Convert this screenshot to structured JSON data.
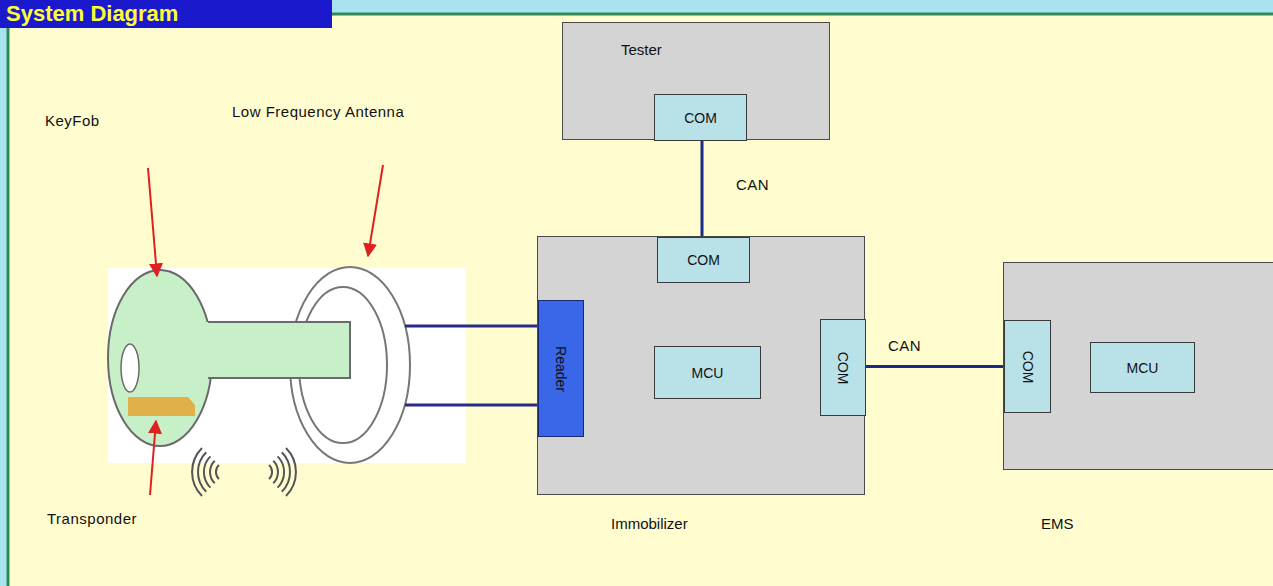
{
  "diagram": {
    "title": "System Diagram",
    "nodes": [
      {
        "text": [
          "Tester"
        ]
      },
      {
        "text": [
          "COM"
        ],
        "in": 0
      },
      {
        "text": [
          "Immobilizer"
        ]
      },
      {
        "text": [
          "COM"
        ],
        "in": 2
      },
      {
        "text": [
          "Reader"
        ],
        "in": 2
      },
      {
        "text": [
          "MCU"
        ],
        "in": 2
      },
      {
        "text": [
          "COM"
        ],
        "in": 2
      },
      {
        "text": [
          "EMS"
        ]
      },
      {
        "text": [
          "COM"
        ],
        "in": 7
      },
      {
        "text": [
          "MCU"
        ],
        "in": 7
      }
    ],
    "edges": [
      {
        "from": 1,
        "to": 3,
        "arrow": "none",
        "label": "CAN"
      },
      {
        "from": 6,
        "to": 8,
        "arrow": "none",
        "label": "CAN"
      }
    ],
    "labels": [
      "KeyFob",
      "Low Frequency Antenna",
      "Transponder"
    ]
  }
}
